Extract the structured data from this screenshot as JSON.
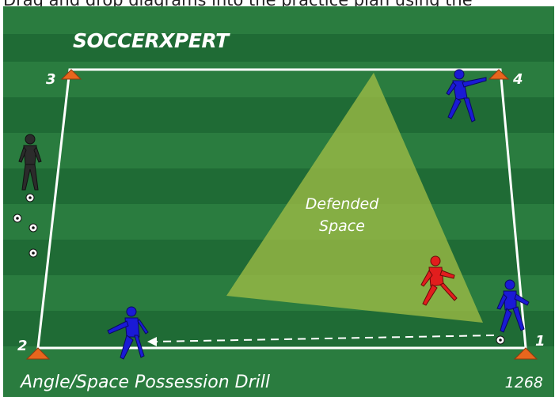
{
  "top_caption": "Drag and drop  diagrams  into the  practice  plan  using  the",
  "brand": {
    "logo_text": "SOCCERXPERT"
  },
  "cones": [
    {
      "label": "1"
    },
    {
      "label": "2"
    },
    {
      "label": "3"
    },
    {
      "label": "4"
    }
  ],
  "zone": {
    "label_line1": "Defended",
    "label_line2": "Space"
  },
  "title": "Angle/Space Possession Drill",
  "diagram_number": "1268",
  "colors": {
    "grass_dark": "#1f6b35",
    "grass_light": "#2f8644",
    "zone_fill": "#a9c247",
    "boundary": "#ffffff",
    "cone": "#e8661d",
    "attacker": "#1a1ad6",
    "defender": "#e21d1d",
    "waiting_player": "#2b2b2b"
  }
}
